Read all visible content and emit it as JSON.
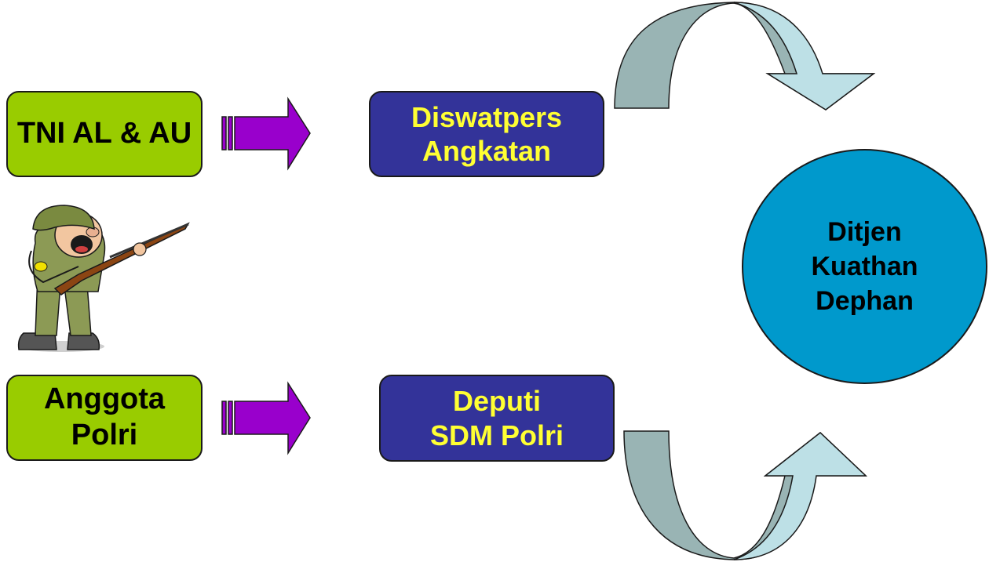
{
  "sources": {
    "tni": {
      "label": "TNI AL & AU"
    },
    "polri": {
      "line1": "Anggota",
      "line2": "Polri"
    }
  },
  "offices": {
    "diswatpers": {
      "line1": "Diswatpers",
      "line2": "Angkatan"
    },
    "deputi": {
      "line1": "Deputi",
      "line2": "SDM Polri"
    }
  },
  "target": {
    "line1": "Ditjen",
    "line2": "Kuathan",
    "line3": "Dephan"
  },
  "colors": {
    "source_box": "#99cc00",
    "office_box": "#333399",
    "office_text": "#ffff33",
    "target_circle": "#0099cc",
    "arrow": "#9900cc",
    "curved_arrow_dark": "#99b4b4",
    "curved_arrow_light": "#bde0e6"
  },
  "icons": {
    "illustration": "soldier-with-rifle"
  }
}
